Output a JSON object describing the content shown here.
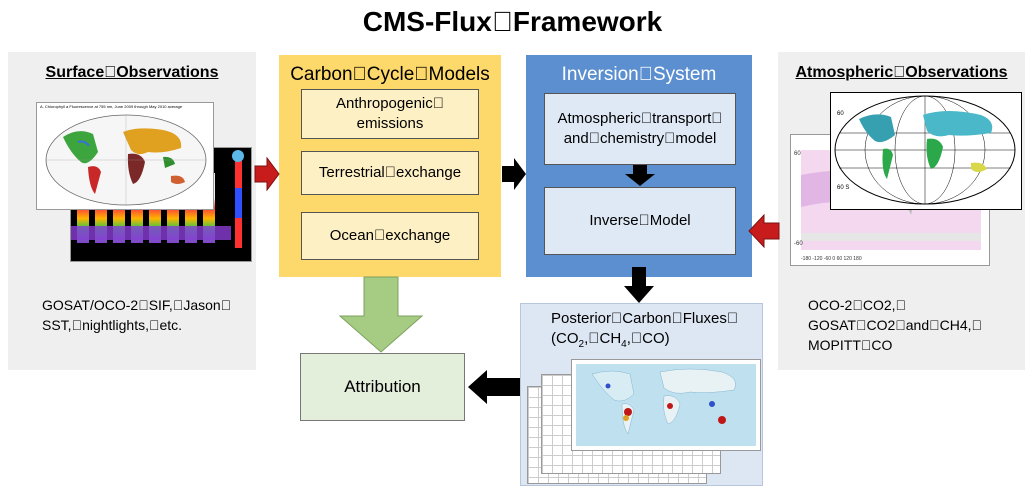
{
  "title": "CMS-Flux\u0000Framework",
  "surface": {
    "heading": "Surface\u0000Observations",
    "caption": "A. Chlorophyll a Fluorescence at 755 nm, June 2009 through May 2010 average",
    "text_line1": "GOSAT/OCO-2\u0000SIF,\u0000Jason\u0000",
    "text_line2": "SST,\u0000nightlights,\u0000etc."
  },
  "carbon": {
    "heading": "Carbon\u0000Cycle\u0000Models",
    "box1_line1": "Anthropogenic\u0000",
    "box1_line2": "emissions",
    "box2": "Terrestrial\u0000exchange",
    "box3": "Ocean\u0000exchange"
  },
  "inversion": {
    "heading": "Inversion\u0000System",
    "box1_line1": "Atmospheric\u0000transport\u0000",
    "box1_line2": "and\u0000chemistry\u0000model",
    "box2": "Inverse\u0000Model"
  },
  "atmospheric": {
    "heading": "Atmospheric\u0000Observations",
    "text_line1": "OCO-2\u0000CO2,\u0000",
    "text_line2": "GOSAT\u0000CO2\u0000and\u0000CH4,\u0000",
    "text_line3": "MOPITT\u0000CO"
  },
  "posterior": {
    "line1": "Posterior\u0000Carbon\u0000Fluxes\u0000",
    "open": "(CO",
    "sub1": "2",
    "mid1": ",\u0000CH",
    "sub2": "4",
    "mid2": ",\u0000CO)"
  },
  "attribution": "Attribution",
  "colors": {
    "carbon_bg": "#fdd86a",
    "inversion_bg": "#5b8fcf",
    "attribution_bg": "#e3eedb",
    "red_arrow": "#c81c1c",
    "green_arrow": "#a6cc84"
  }
}
